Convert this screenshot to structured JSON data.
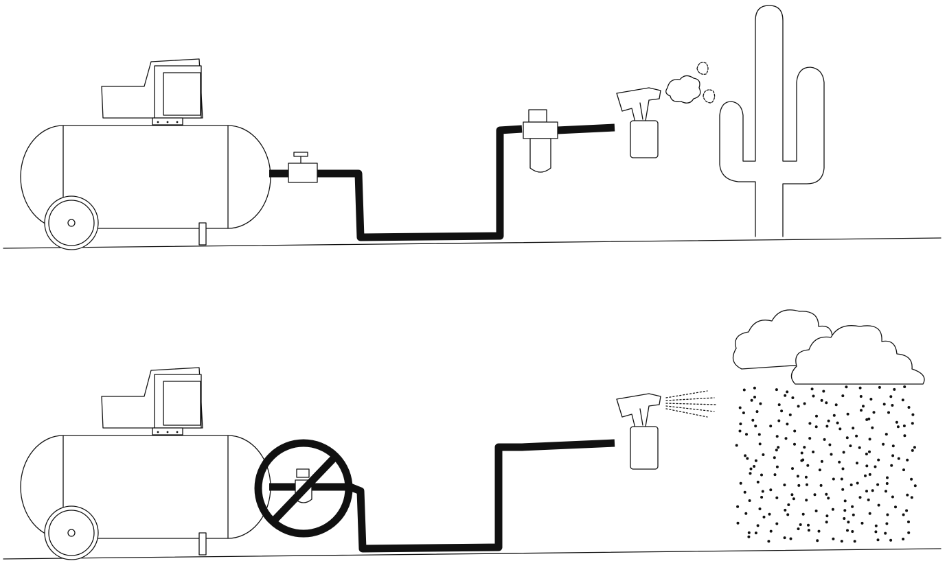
{
  "scenes": [
    {
      "id": "with-filter",
      "has_filter": true,
      "prohibited": false,
      "environment": "desert"
    },
    {
      "id": "without-filter",
      "has_filter": false,
      "prohibited": true,
      "environment": "rain"
    }
  ],
  "icons": [
    "compressor-icon",
    "valve-icon",
    "hose-icon",
    "filter-regulator-icon",
    "spray-gun-icon",
    "spray-cloud-icon",
    "cactus-icon",
    "rain-cloud-icon",
    "raindrops-icon",
    "prohibition-icon"
  ],
  "colors": {
    "ink": "#111111",
    "background": "#ffffff"
  }
}
